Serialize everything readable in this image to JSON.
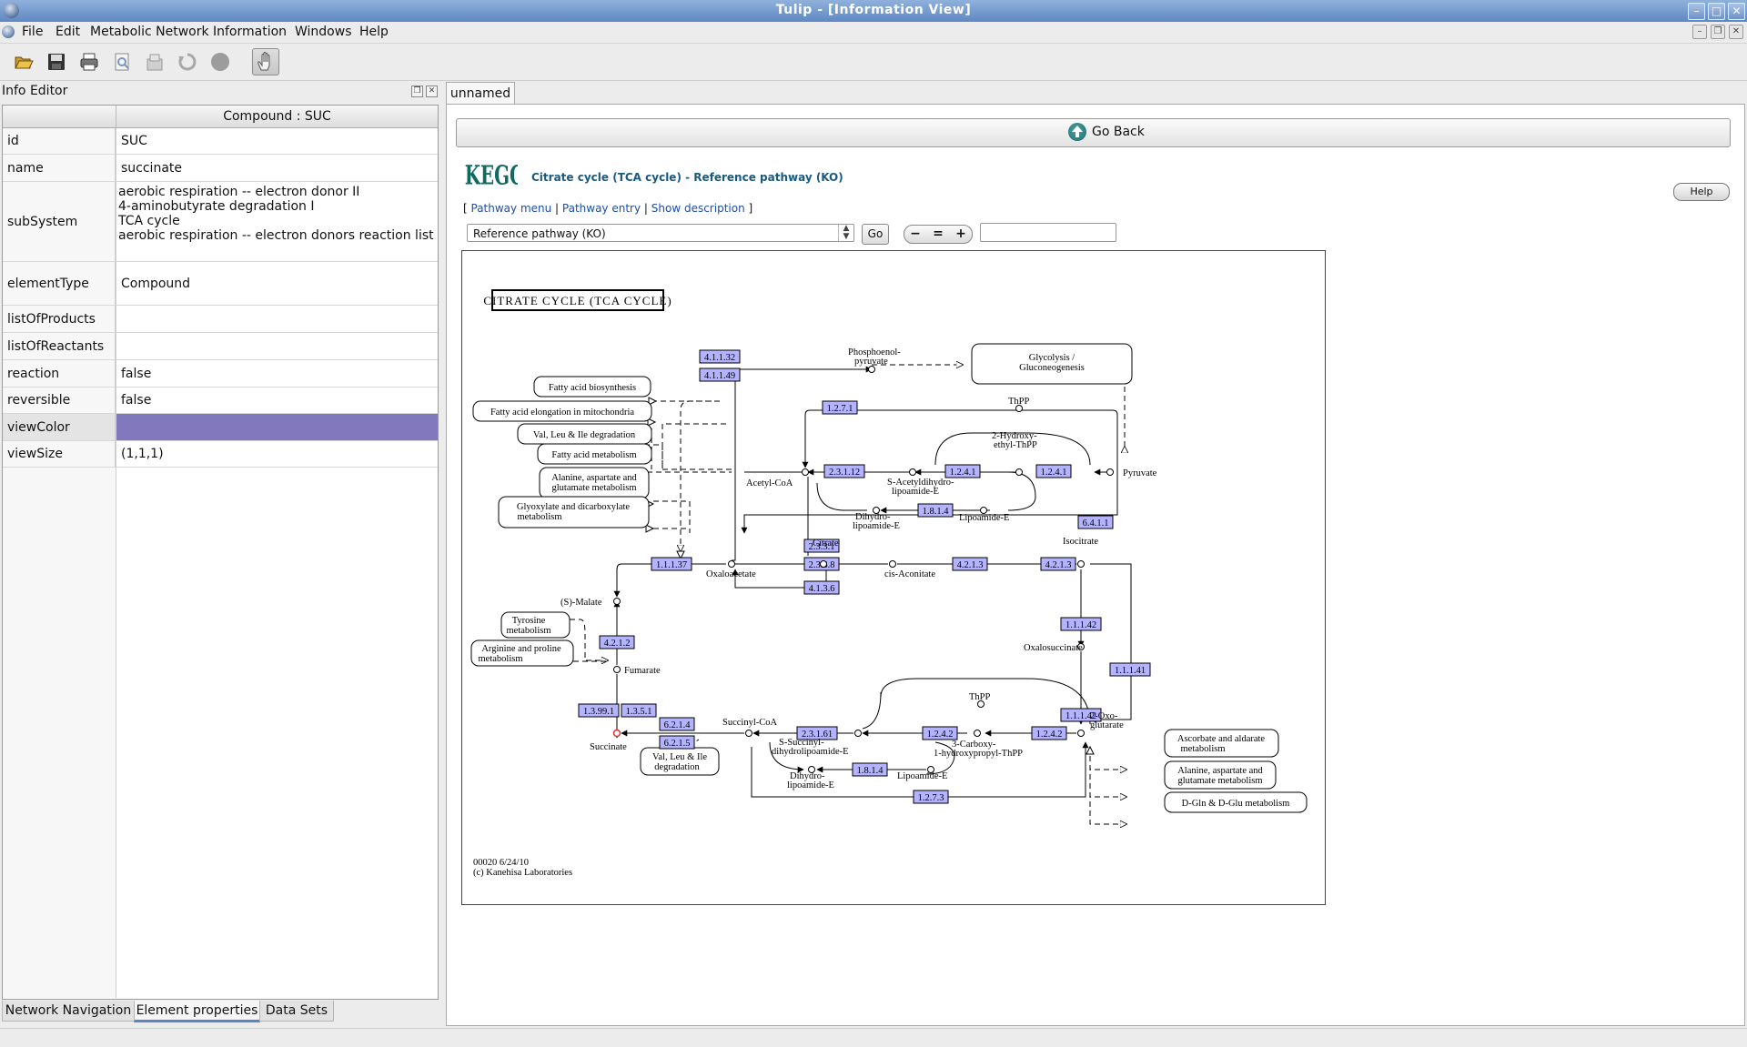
{
  "window": {
    "title": "Tulip - [Information View]"
  },
  "menu": {
    "file": "File",
    "edit": "Edit",
    "metabolic_network": "Metabolic Network",
    "information": "Information",
    "windows": "Windows",
    "help": "Help"
  },
  "toolbar": {
    "icons": [
      "open-folder-icon",
      "save-icon",
      "print-icon",
      "print-preview-icon",
      "export-icon",
      "refresh-icon",
      "stop-icon",
      "hand-pan-icon"
    ]
  },
  "info_editor": {
    "title": "Info Editor",
    "header": "Compound : SUC",
    "rows": {
      "id": {
        "key": "id",
        "value": "SUC"
      },
      "name": {
        "key": "name",
        "value": "succinate"
      },
      "subSystem": {
        "key": "subSystem",
        "lines": [
          "aerobic respiration -- electron donor II",
          "4-aminobutyrate degradation I",
          "TCA cycle",
          "aerobic respiration -- electron donors reaction list"
        ]
      },
      "elementType": {
        "key": "elementType",
        "value": "Compound"
      },
      "listOfProducts": {
        "key": "listOfProducts",
        "value": ""
      },
      "listOfReactants": {
        "key": "listOfReactants",
        "value": ""
      },
      "reaction": {
        "key": "reaction",
        "value": "false"
      },
      "reversible": {
        "key": "reversible",
        "value": "false"
      },
      "viewColor": {
        "key": "viewColor",
        "color": "#8278be"
      },
      "viewSize": {
        "key": "viewSize",
        "value": "(1,1,1)"
      }
    },
    "tabs": {
      "network_navigation": "Network Navigation",
      "element_properties": "Element properties",
      "data_sets": "Data Sets"
    }
  },
  "view": {
    "tab": "unnamed",
    "go_back": "Go Back",
    "kegg_logo_text": "KEGG",
    "pathway_title": "Citrate cycle (TCA cycle) - Reference pathway (KO)",
    "links": {
      "open": "[ ",
      "pathway_menu": "Pathway menu",
      "sep": " | ",
      "pathway_entry": "Pathway entry",
      "show_description": "Show description",
      "close": " ]"
    },
    "help": "Help",
    "select_value": "Reference pathway (KO)",
    "go": "Go",
    "zoom": {
      "minus": "−",
      "reset": "=",
      "plus": "+"
    }
  },
  "map": {
    "title": "CITRATE CYCLE (TCA CYCLE)",
    "footer_line1": "00020 6/24/10",
    "footer_line2": "(c) Kanehisa Laboratories",
    "highlight_color": "#e03030",
    "enzyme_color": "#b3b3ff",
    "enzymes": [
      "4.1.1.32",
      "4.1.1.49",
      "1.2.7.1",
      "2.3.1.12",
      "1.2.4.1",
      "1.2.4.1",
      "1.8.1.4",
      "6.4.1.1",
      "2.3.3.1",
      "2.3.3.8",
      "1.1.1.37",
      "4.2.1.3",
      "4.2.1.3",
      "4.1.3.6",
      "1.1.1.42",
      "1.1.1.41",
      "1.1.1.42",
      "4.2.1.2",
      "1.3.99.1",
      "1.3.5.1",
      "6.2.1.4",
      "6.2.1.5",
      "2.3.1.61",
      "1.2.4.2",
      "1.2.4.2",
      "1.8.1.4",
      "1.2.7.3"
    ],
    "compounds": [
      "Phosphoenol-",
      "pyruvate",
      "ThPP",
      "2-Hydroxy-",
      "ethyl-ThPP",
      "Pyruvate",
      "Acetyl-CoA",
      "S-Acetyldihydro-",
      "lipoamide-E",
      "Dihydro-",
      "lipoamide-E",
      "Lipoamide-E",
      "Citrate",
      "cis-Aconitate",
      "Isocitrate",
      "Oxaloacetate",
      "(S)-Malate",
      "Oxalosuccinate",
      "Fumarate",
      "2-Oxo-",
      "glutarate",
      "ThPP",
      "Succinyl-CoA",
      "S-Succinyl-",
      "dihydrolipoamide-E",
      "3-Carboxy-",
      "1-hydroxypropyl-ThPP",
      "Succinate",
      "Dihydro-",
      "lipoamide-E",
      "Lipoamide-E"
    ],
    "maps": [
      "Glycolysis /",
      "Gluconeogenesis",
      "Fatty acid biosynthesis",
      "Fatty acid elongation in mitochondria",
      "Val, Leu & Ile degradation",
      "Fatty acid metabolism",
      "Alanine, aspartate and",
      "glutamate metabolism",
      "Glyoxylate and dicarboxylate",
      "metabolism",
      "Tyrosine",
      "metabolism",
      "Arginine and proline",
      "metabolism",
      "Val, Leu & Ile",
      "degradation",
      "Ascorbate and aldarate",
      "metabolism",
      "Alanine, aspartate and",
      "glutamate metabolism",
      "D-Gln & D-Glu metabolism"
    ]
  }
}
